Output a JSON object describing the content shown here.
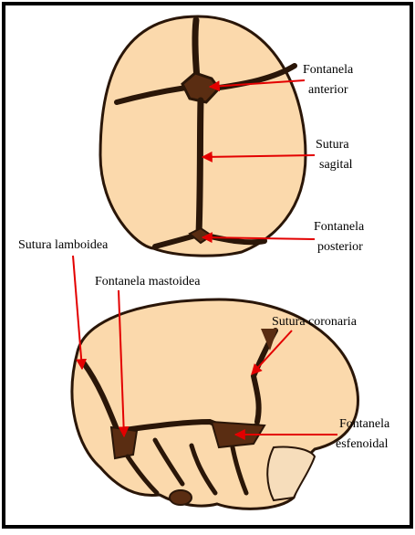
{
  "labels": {
    "fontanela_anterior": [
      "Fontanela",
      "anterior"
    ],
    "sutura_sagital": [
      "Sutura",
      "sagital"
    ],
    "fontanela_posterior": [
      "Fontanela",
      "posterior"
    ],
    "sutura_lamboidea": "Sutura lamboidea",
    "fontanela_mastoidea": "Fontanela mastoidea",
    "sutura_coronaria": "Sutura coronaria",
    "fontanela_esfenoidal": [
      "Fontanela",
      "esfenoidal"
    ]
  },
  "colors": {
    "bone": "#fbd9ac",
    "suture": "#2a1608",
    "arrow": "#e30000",
    "frame": "#000000"
  }
}
